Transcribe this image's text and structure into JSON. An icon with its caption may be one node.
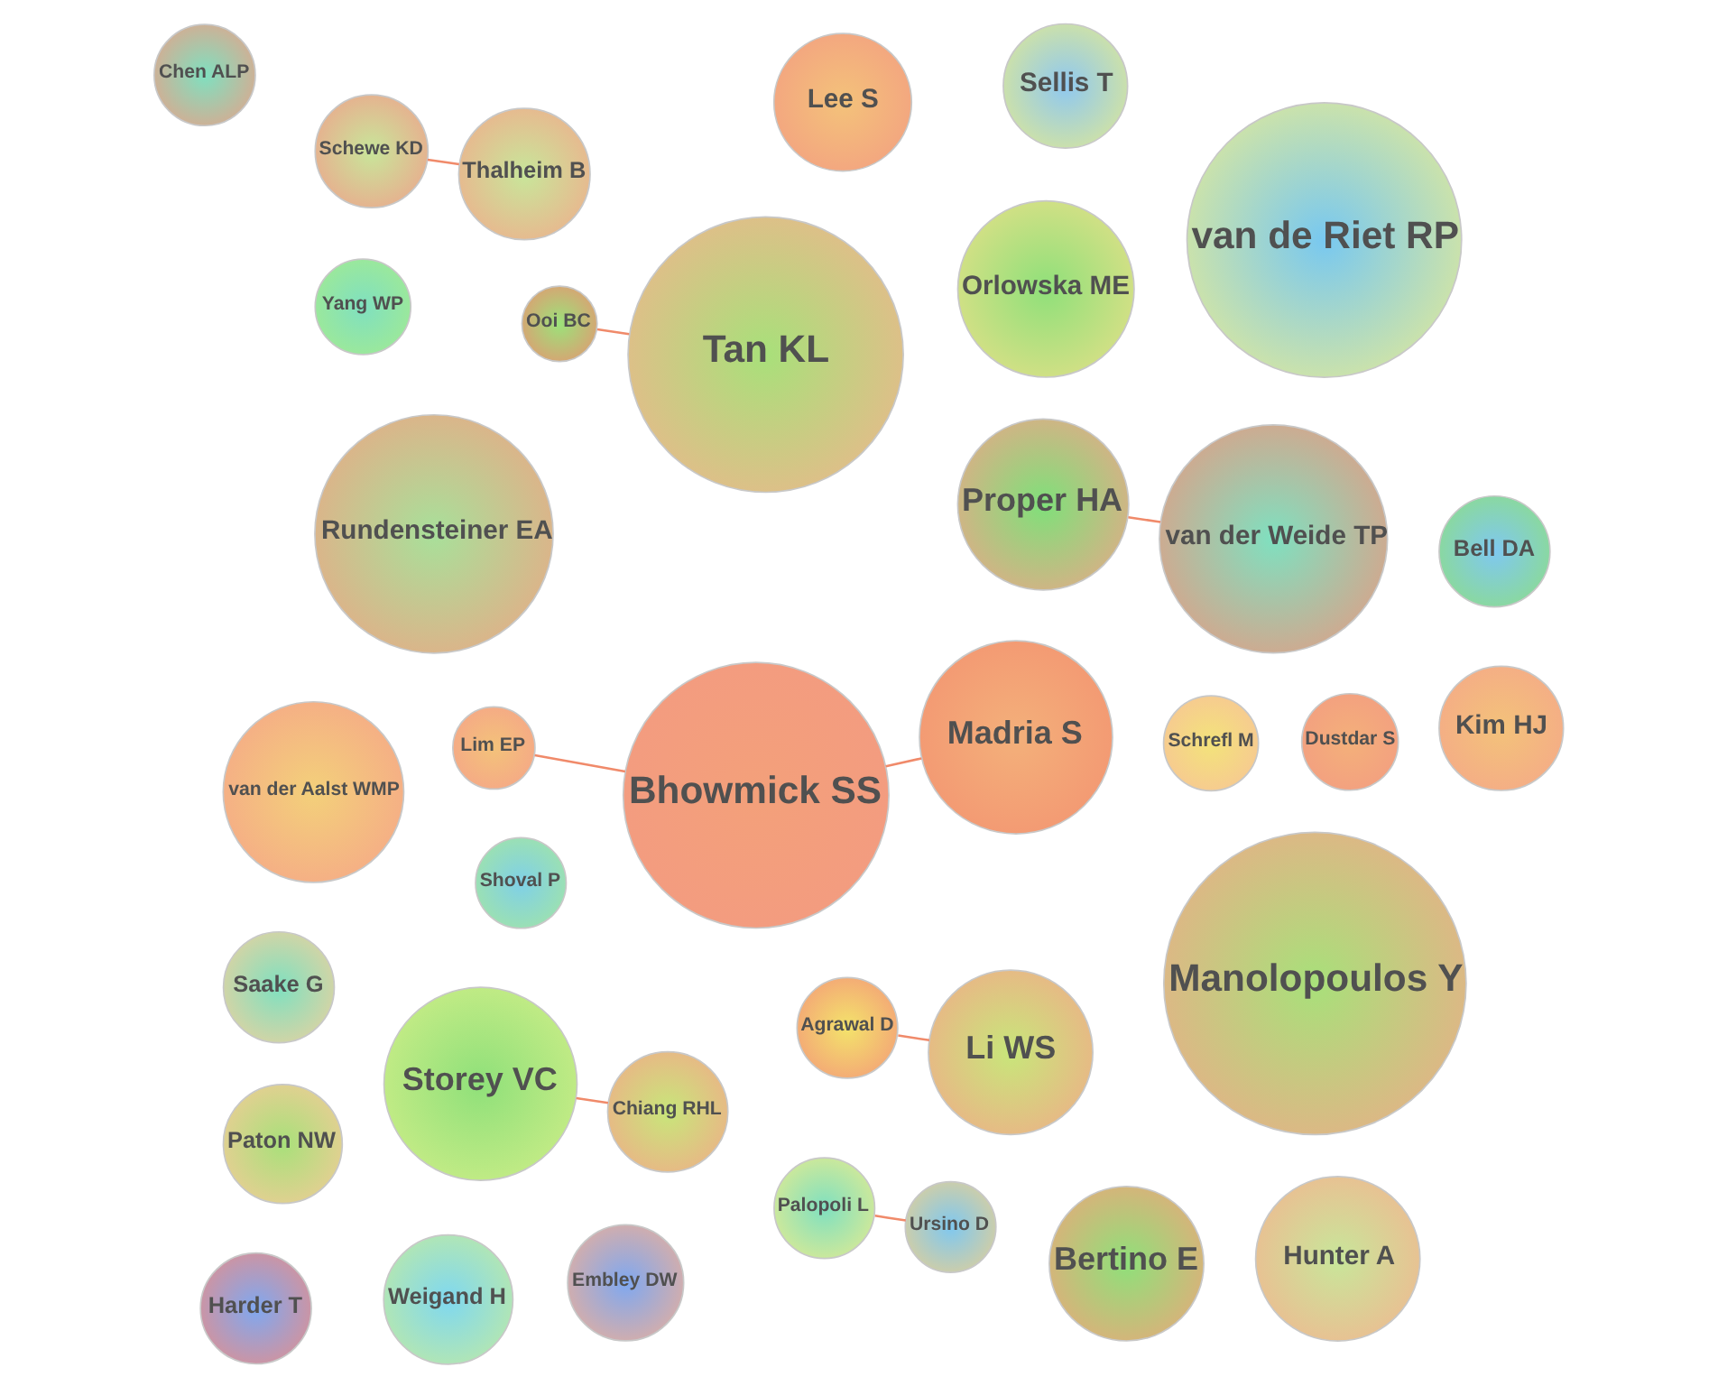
{
  "diagram": {
    "nodes": [
      {
        "text": [
          "Saake G"
        ]
      },
      {
        "text": [
          "Paton NW"
        ]
      },
      {
        "text": [
          "Agrawal D"
        ]
      },
      {
        "text": [
          "Proper HA"
        ]
      },
      {
        "text": [
          "van de Riet RP"
        ]
      },
      {
        "text": [
          "Ooi BC"
        ]
      },
      {
        "text": [
          "Tan KL"
        ]
      },
      {
        "text": [
          "Li WS"
        ]
      },
      {
        "text": [
          "Shoval P"
        ]
      },
      {
        "text": [
          "Weigand H"
        ]
      },
      {
        "text": [
          "Lee S"
        ]
      },
      {
        "text": [
          "van der Weide TP"
        ]
      },
      {
        "text": [
          "Embley DW"
        ]
      },
      {
        "text": [
          "Schrefl M"
        ]
      },
      {
        "text": [
          "Yang WP"
        ]
      },
      {
        "text": [
          "Sellis T"
        ]
      },
      {
        "text": [
          "Harder T"
        ]
      },
      {
        "text": [
          "Chen ALP"
        ]
      },
      {
        "text": [
          "Storey VC"
        ]
      },
      {
        "text": [
          "Bertino E"
        ]
      },
      {
        "text": [
          "Dustdar S"
        ]
      },
      {
        "text": [
          "Palopoli L"
        ]
      },
      {
        "text": [
          "Kim HJ"
        ]
      },
      {
        "text": [
          "Rundensteiner EA"
        ]
      },
      {
        "text": [
          "Schewe KD"
        ]
      },
      {
        "text": [
          "Bell DA"
        ]
      },
      {
        "text": [
          "Chiang RHL"
        ]
      },
      {
        "text": [
          "Orlowska ME"
        ]
      },
      {
        "text": [
          "Manolopoulos Y"
        ]
      },
      {
        "text": [
          "Thalheim B"
        ]
      },
      {
        "text": [
          "Ursino D"
        ]
      },
      {
        "text": [
          "Hunter A"
        ]
      },
      {
        "text": [
          "Lim EP"
        ]
      },
      {
        "text": [
          "Madria S"
        ]
      },
      {
        "text": [
          "Bhowmick SS"
        ]
      },
      {
        "text": [
          "van der Aalst WMP"
        ]
      }
    ],
    "edges": [
      {
        "from": 5,
        "to": 6,
        "arrow": "none"
      },
      {
        "from": 2,
        "to": 7,
        "arrow": "none"
      },
      {
        "from": 3,
        "to": 11,
        "arrow": "none"
      },
      {
        "from": 18,
        "to": 26,
        "arrow": "none"
      },
      {
        "from": 21,
        "to": 30,
        "arrow": "none"
      },
      {
        "from": 24,
        "to": 29,
        "arrow": "none"
      },
      {
        "from": 32,
        "to": 34,
        "arrow": "none"
      },
      {
        "from": 33,
        "to": 34,
        "arrow": "none"
      }
    ]
  }
}
